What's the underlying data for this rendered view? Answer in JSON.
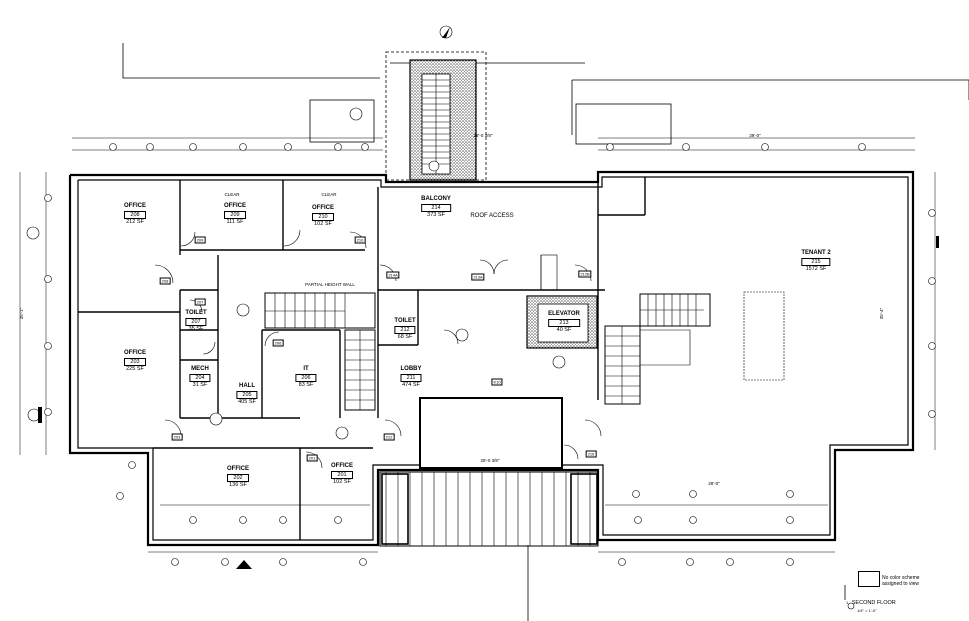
{
  "rooms": [
    {
      "name": "OFFICE",
      "number": "208",
      "area": "212 SF"
    },
    {
      "name": "OFFICE",
      "number": "209",
      "area": "111 SF"
    },
    {
      "name": "OFFICE",
      "number": "210",
      "area": "102 SF"
    },
    {
      "name": "BALCONY",
      "number": "214",
      "area": "373 SF"
    },
    {
      "name": "TENANT 2",
      "number": "215",
      "area": "1572 SF"
    },
    {
      "name": "OFFICE",
      "number": "203",
      "area": "225 SF"
    },
    {
      "name": "TOILET",
      "number": "207",
      "area": "35 SF"
    },
    {
      "name": "MECH",
      "number": "204",
      "area": "31 SF"
    },
    {
      "name": "HALL",
      "number": "205",
      "area": "405 SF"
    },
    {
      "name": "IT",
      "number": "206",
      "area": "83 SF"
    },
    {
      "name": "TOILET",
      "number": "212",
      "area": "68 SF"
    },
    {
      "name": "ELEVATOR",
      "number": "213",
      "area": "40 SF"
    },
    {
      "name": "LOBBY",
      "number": "211",
      "area": "474 SF"
    },
    {
      "name": "OFFICE",
      "number": "202",
      "area": "136 SF"
    },
    {
      "name": "OFFICE",
      "number": "201",
      "area": "102 SF"
    }
  ],
  "annotations": {
    "roof_access": "ROOF ACCESS",
    "partial_wall": "PARTIAL HEIGHT WALL",
    "clear": "CLEAR"
  },
  "dimensions": {
    "top_left_overall": "28'-0 3/8\"",
    "top_right_overall": "39'-0\"",
    "left_overall": "35'-1\"",
    "right_overall": "35'-4\"",
    "lobby_opening": "28'-0 3/8\"",
    "bottom_right": "28'-0\""
  },
  "legend": {
    "line1": "No color scheme",
    "line2": "assigned to view"
  },
  "title": {
    "number": "1",
    "name": "SECOND FLOOR",
    "scale": "1/4\" = 1'-0\""
  }
}
